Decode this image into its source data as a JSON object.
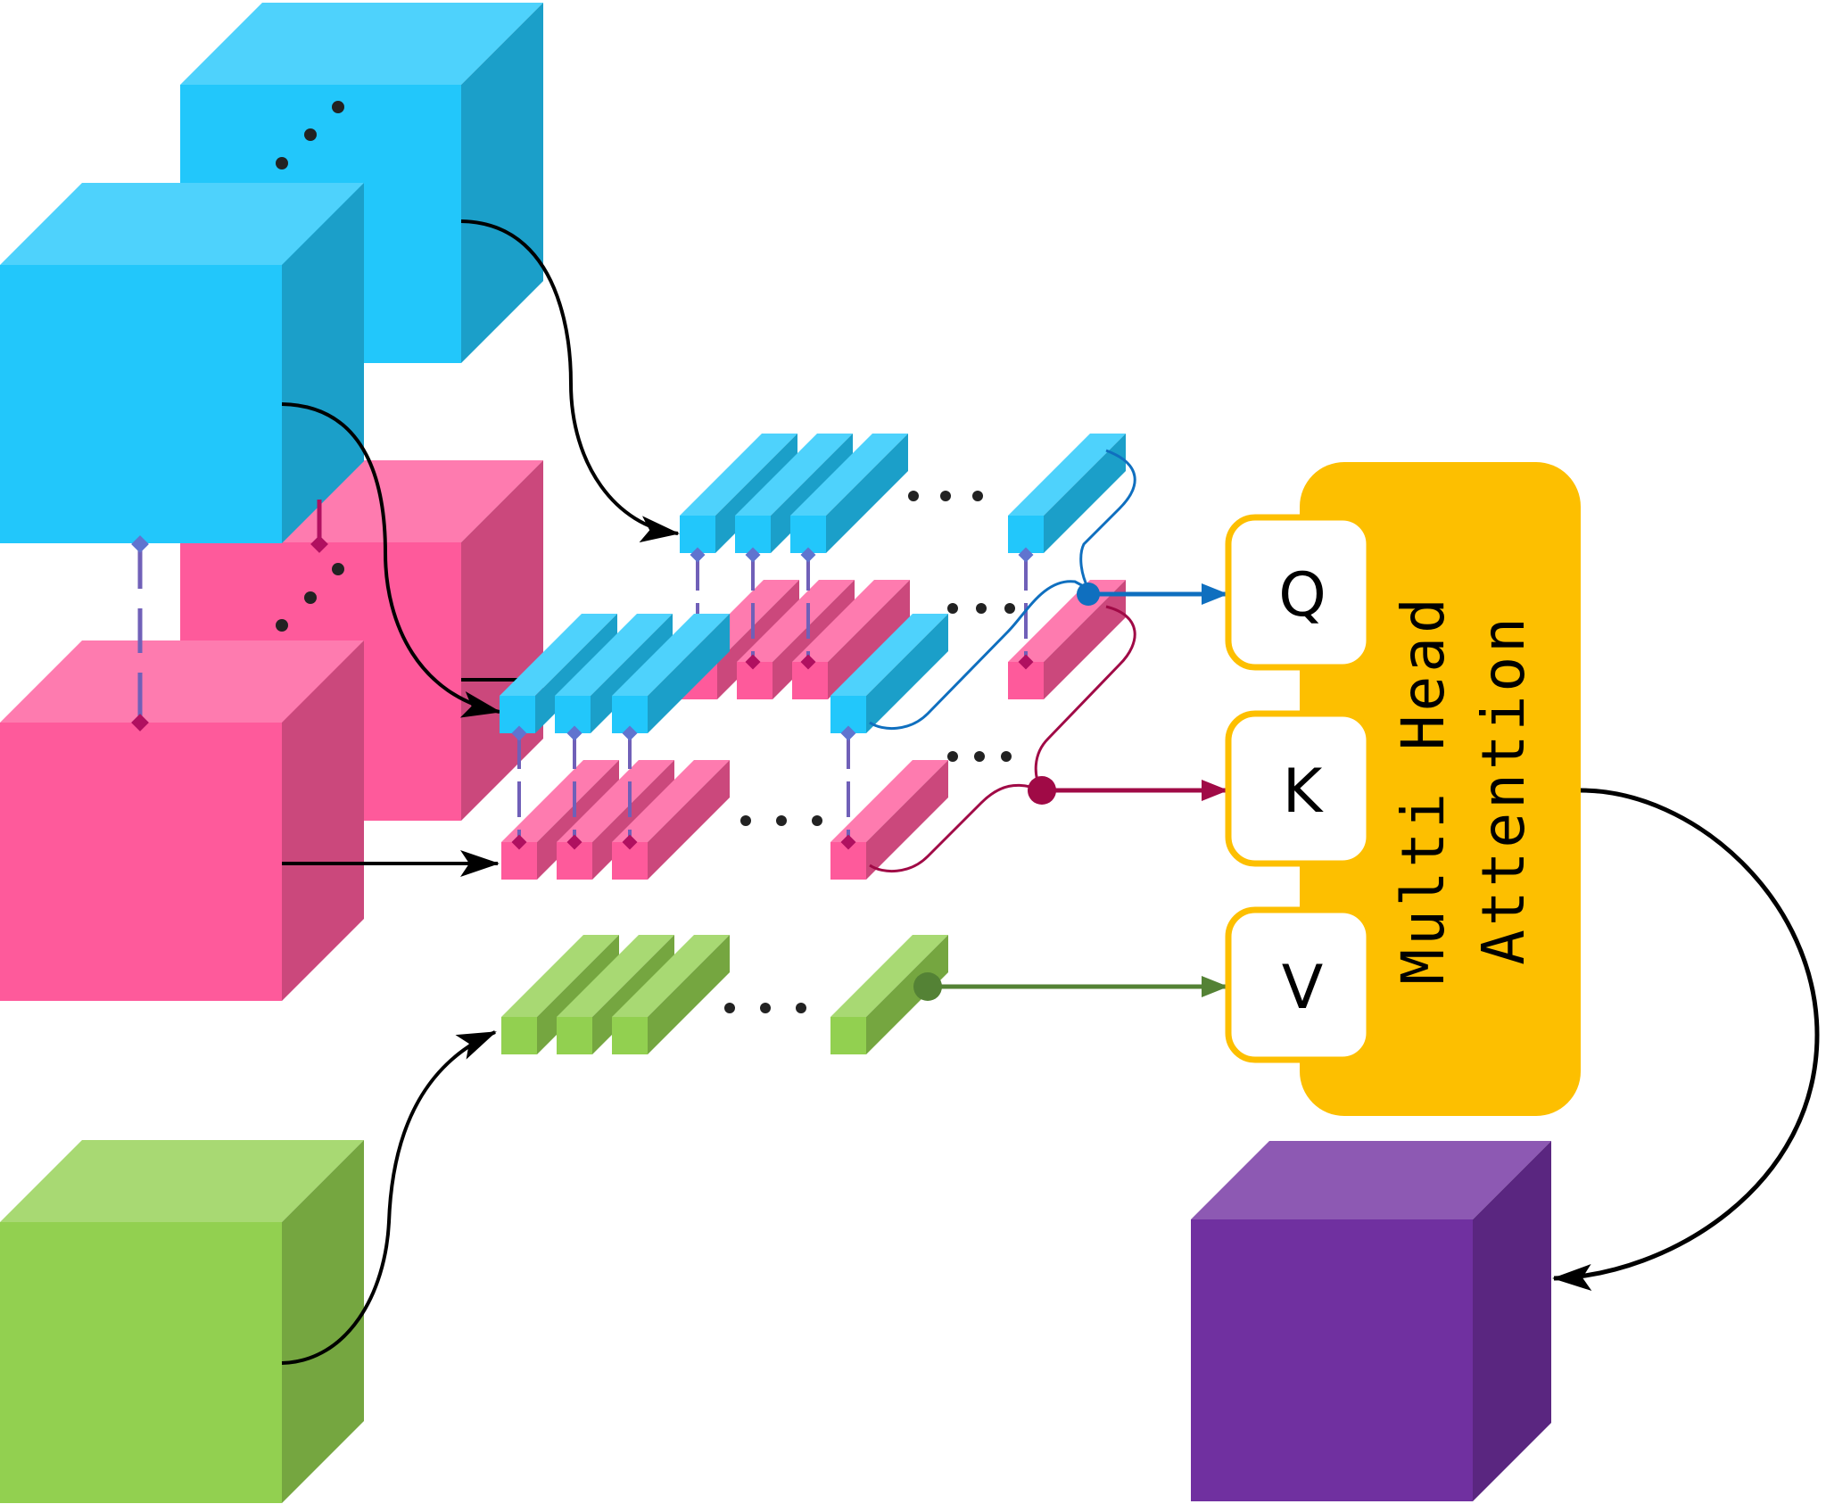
{
  "attention": {
    "line1": "Multi Head",
    "line2": "Attention",
    "query_label": "Q",
    "key_label": "K",
    "value_label": "V"
  },
  "colors": {
    "query": "#22c7fb",
    "key": "#fe5a9b",
    "value": "#92d050",
    "output": "#7030a0",
    "attention": "#fdbf00",
    "query_arrow": "#0f6fbf",
    "key_arrow": "#a00a46",
    "value_arrow": "#548235"
  },
  "icons": {
    "ellipsis": "three-dots"
  }
}
